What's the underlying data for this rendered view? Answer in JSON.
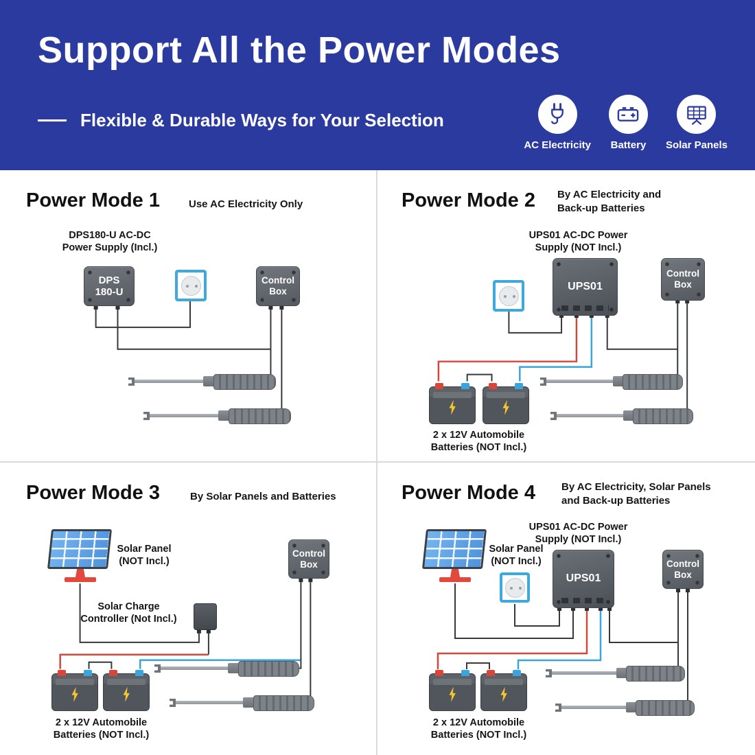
{
  "header": {
    "title": "Support All the Power Modes",
    "subtitle": "Flexible & Durable Ways for Your Selection",
    "power_sources": [
      {
        "icon": "ac-plug-icon",
        "label": "AC Electricity"
      },
      {
        "icon": "battery-icon",
        "label": "Battery"
      },
      {
        "icon": "solar-panels-icon",
        "label": "Solar Panels"
      }
    ]
  },
  "colors": {
    "banner_blue": "#2b3a9e",
    "outlet_blue": "#3fa8dc",
    "cable_red": "#d6473a",
    "cable_blue": "#3ba4dc",
    "solar_cell_blue": "#5aa0e4",
    "stand_red": "#e2483c",
    "bolt_yellow": "#f6c62d"
  },
  "modes": [
    {
      "title": "Power Mode 1",
      "subtitle": "Use AC Electricity Only",
      "supply_label": "DPS180-U AC-DC\nPower Supply (Incl.)",
      "device_label": "DPS\n180-U",
      "control_box_label": "Control\nBox"
    },
    {
      "title": "Power Mode 2",
      "subtitle": "By AC Electricity and\nBack-up Batteries",
      "supply_label": "UPS01 AC-DC Power\nSupply (NOT Incl.)",
      "device_label": "UPS01",
      "control_box_label": "Control\nBox",
      "battery_label": "2 x 12V Automobile\nBatteries (NOT Incl.)"
    },
    {
      "title": "Power Mode 3",
      "subtitle": "By Solar Panels and Batteries",
      "solar_label": "Solar Panel\n(NOT Incl.)",
      "controller_label": "Solar Charge\nController (Not Incl.)",
      "control_box_label": "Control\nBox",
      "battery_label": "2 x 12V Automobile\nBatteries (NOT Incl.)"
    },
    {
      "title": "Power Mode 4",
      "subtitle": "By AC Electricity, Solar Panels\nand Back-up Batteries",
      "solar_label": "Solar Panel\n(NOT Incl.)",
      "supply_label": "UPS01 AC-DC Power\nSupply (NOT Incl.)",
      "device_label": "UPS01",
      "control_box_label": "Control\nBox",
      "battery_label": "2 x 12V Automobile\nBatteries (NOT Incl.)"
    }
  ]
}
